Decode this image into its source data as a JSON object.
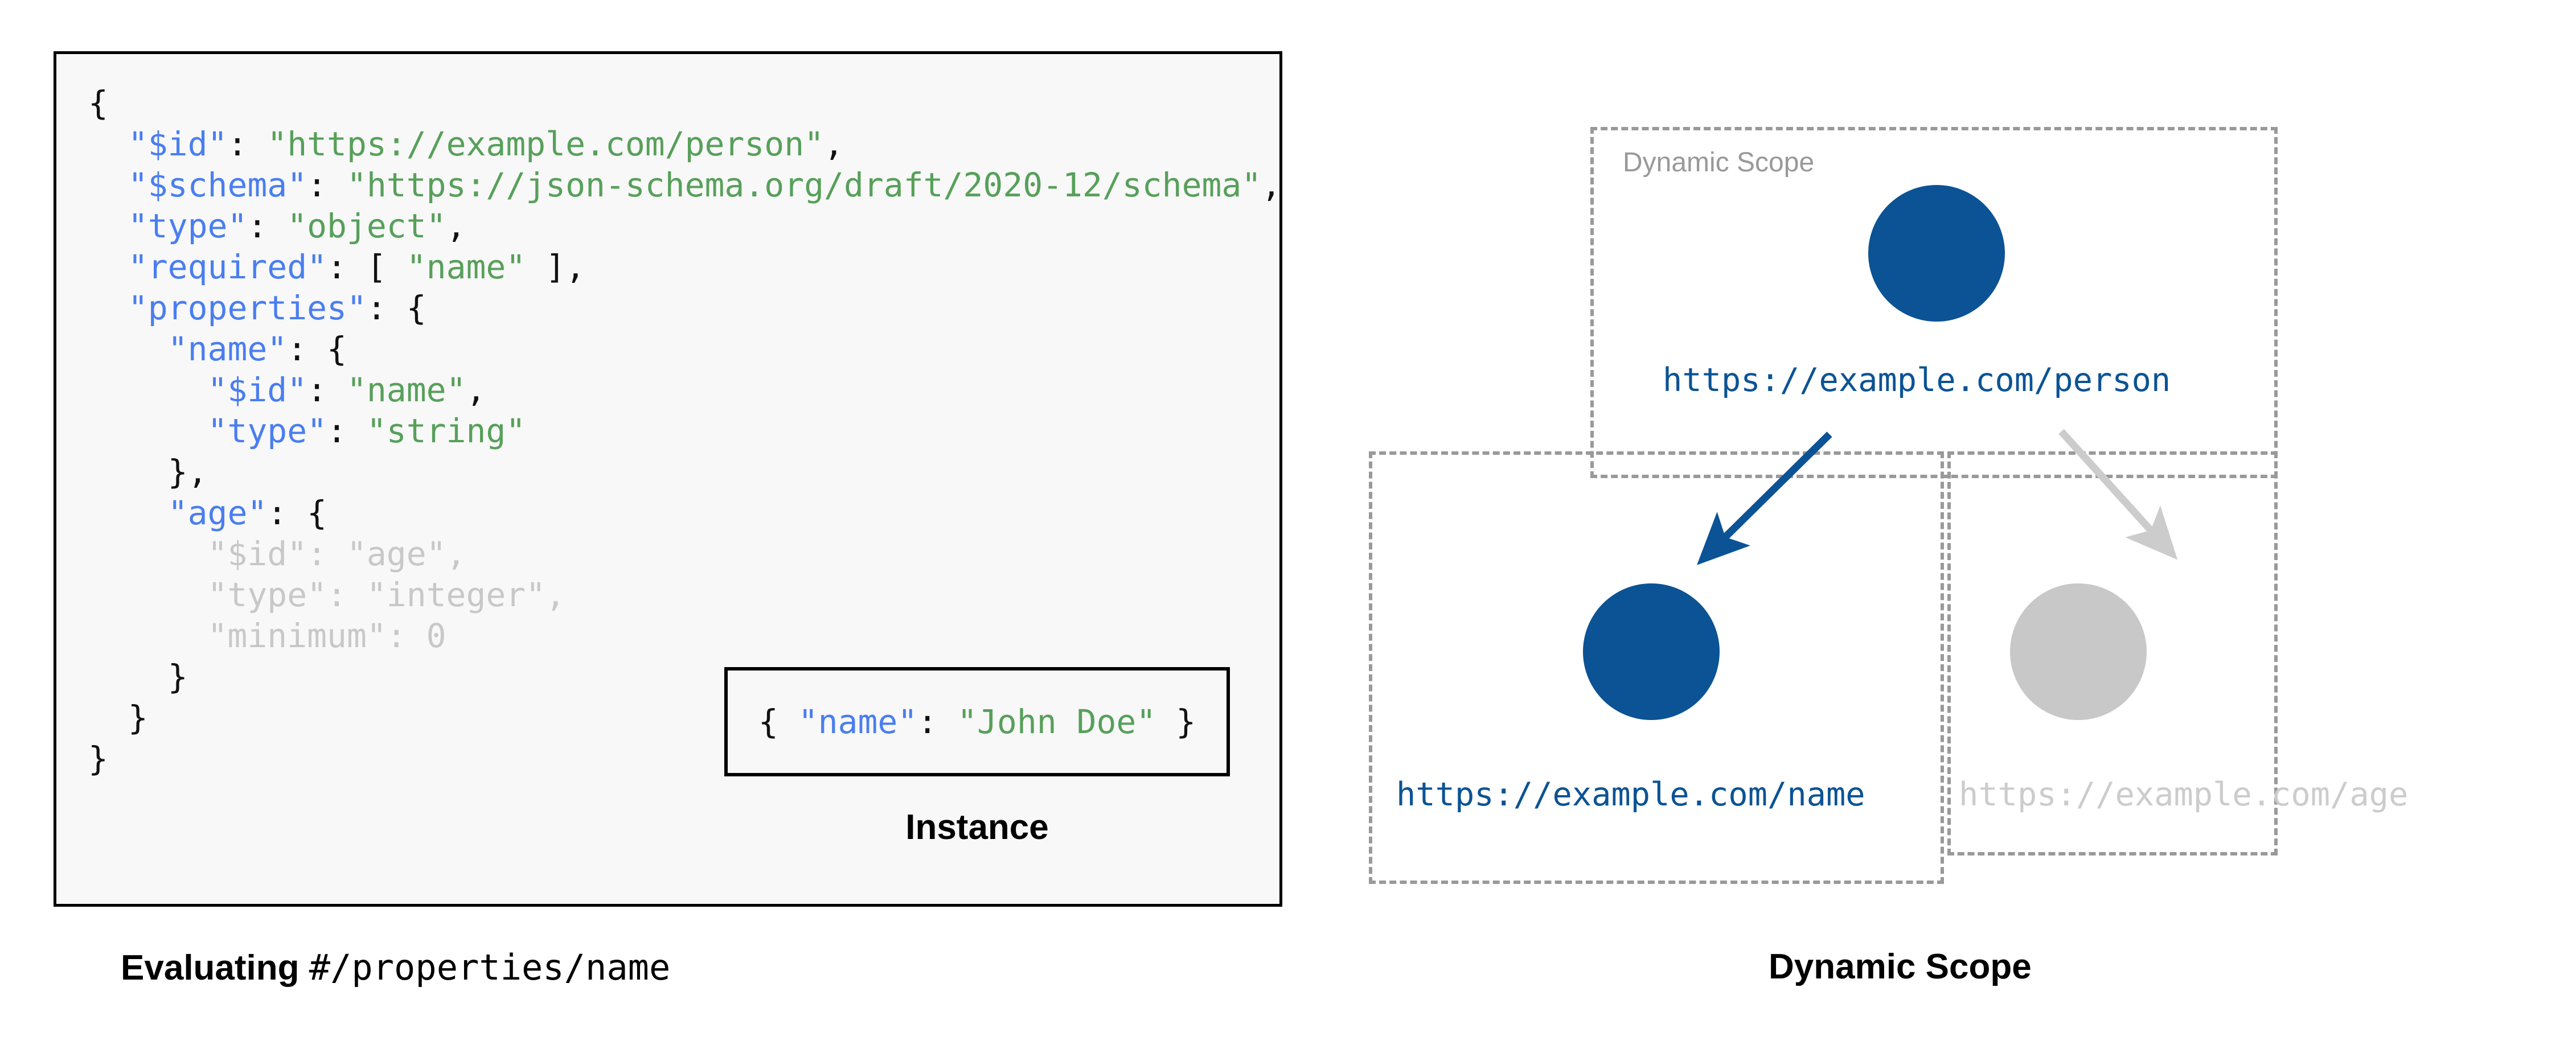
{
  "left_panel": {
    "schema_code_lines": [
      "{",
      "  \"$id\": \"https://example.com/person\",",
      "  \"$schema\": \"https://json-schema.org/draft/2020-12/schema\",",
      "  \"type\": \"object\",",
      "  \"required\": [ \"name\" ],",
      "  \"properties\": {",
      "    \"name\": {",
      "      \"$id\": \"name\",",
      "      \"type\": \"string\"",
      "    },",
      "    \"age\": {",
      "      \"$id\": \"age\",",
      "      \"type\": \"integer\",",
      "      \"minimum\": 0",
      "    }",
      "  }",
      "}"
    ],
    "schema_keys": {
      "id": "$id",
      "schema": "$schema",
      "type": "type",
      "required": "required",
      "properties": "properties",
      "name": "name",
      "age": "age",
      "minimum": "minimum"
    },
    "schema_values": {
      "id_value": "https://example.com/person",
      "schema_value": "https://json-schema.org/draft/2020-12/schema",
      "type_value": "object",
      "required_value": "name",
      "name_id_value": "name",
      "name_type_value": "string",
      "age_id_value": "age",
      "age_type_value": "integer",
      "age_minimum_value": "0"
    },
    "instance": {
      "code": "{ \"name\": \"John Doe\" }",
      "key": "name",
      "value": "John Doe",
      "caption": "Instance"
    },
    "caption_bold": "Evaluating ",
    "caption_mono": "#/properties/name"
  },
  "right_panel": {
    "caption": "Dynamic Scope",
    "scope_box_label": "Dynamic Scope",
    "nodes": [
      {
        "id": "person",
        "label": "https://example.com/person",
        "state": "active",
        "color": "#0b5394"
      },
      {
        "id": "name",
        "label": "https://example.com/name",
        "state": "active",
        "color": "#0b5394"
      },
      {
        "id": "age",
        "label": "https://example.com/age",
        "state": "faded",
        "color": "#c8c8c8"
      }
    ],
    "edges": [
      {
        "from": "person",
        "to": "name",
        "state": "active",
        "color": "#0b5394"
      },
      {
        "from": "person",
        "to": "age",
        "state": "faded",
        "color": "#cccccc"
      }
    ]
  },
  "colors": {
    "accent_blue": "#0b5394",
    "json_key_blue": "#4a7ef0",
    "json_string_green": "#57a05a",
    "faded_gray": "#c8c8c8",
    "dashed_border_gray": "#999999",
    "panel_background": "#f8f8f8"
  }
}
